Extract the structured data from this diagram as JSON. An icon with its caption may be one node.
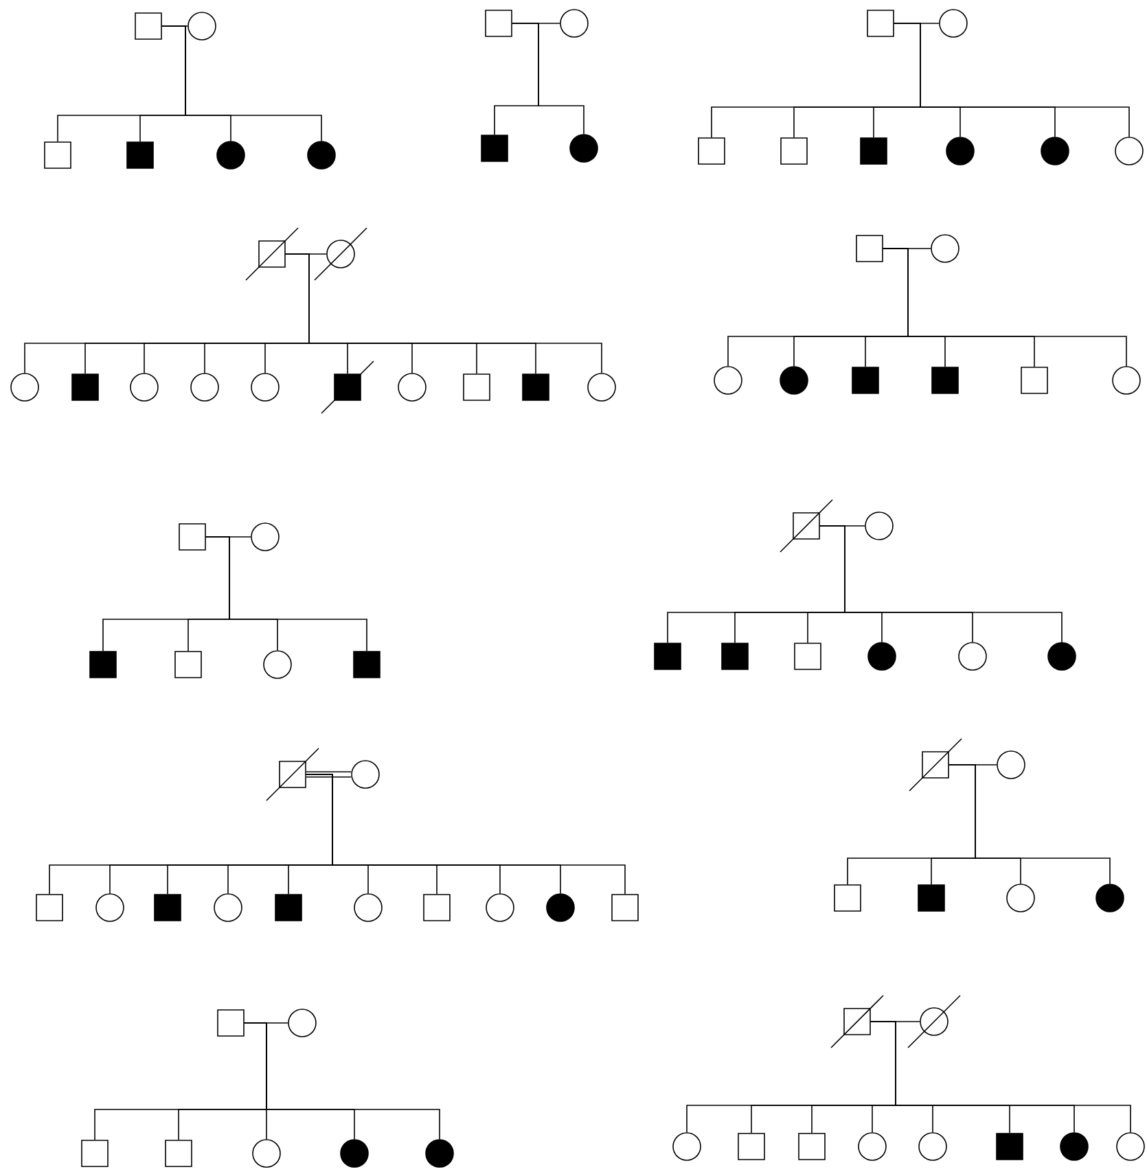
{
  "diagram": {
    "nodes": [
      {
        "text": [],
        "shape": "box"
      },
      {
        "text": [],
        "shape": "circle"
      },
      {
        "text": [],
        "shape": "box"
      },
      {
        "text": [],
        "shape": "filled-box"
      },
      {
        "text": [],
        "shape": "filled-circle"
      },
      {
        "text": [],
        "shape": "filled-circle"
      },
      {
        "text": [],
        "shape": "box"
      },
      {
        "text": [],
        "shape": "circle"
      },
      {
        "text": [],
        "shape": "filled-box"
      },
      {
        "text": [],
        "shape": "filled-circle"
      },
      {
        "text": [],
        "shape": "box"
      },
      {
        "text": [],
        "shape": "circle"
      },
      {
        "text": [],
        "shape": "box"
      },
      {
        "text": [],
        "shape": "box"
      },
      {
        "text": [],
        "shape": "filled-box"
      },
      {
        "text": [],
        "shape": "filled-circle"
      },
      {
        "text": [],
        "shape": "filled-circle"
      },
      {
        "text": [],
        "shape": "circle"
      },
      {
        "text": [],
        "shape": "crossed-box"
      },
      {
        "text": [],
        "shape": "crossed-circle"
      },
      {
        "text": [],
        "shape": "circle"
      },
      {
        "text": [],
        "shape": "filled-box"
      },
      {
        "text": [],
        "shape": "circle"
      },
      {
        "text": [],
        "shape": "circle"
      },
      {
        "text": [],
        "shape": "circle"
      },
      {
        "text": [],
        "shape": "filled-crossed-box"
      },
      {
        "text": [],
        "shape": "circle"
      },
      {
        "text": [],
        "shape": "box"
      },
      {
        "text": [],
        "shape": "filled-box"
      },
      {
        "text": [],
        "shape": "circle"
      },
      {
        "text": [],
        "shape": "box"
      },
      {
        "text": [],
        "shape": "circle"
      },
      {
        "text": [],
        "shape": "circle"
      },
      {
        "text": [],
        "shape": "filled-circle"
      },
      {
        "text": [],
        "shape": "filled-box"
      },
      {
        "text": [],
        "shape": "filled-box"
      },
      {
        "text": [],
        "shape": "box"
      },
      {
        "text": [],
        "shape": "circle"
      },
      {
        "text": [],
        "shape": "box"
      },
      {
        "text": [],
        "shape": "circle"
      },
      {
        "text": [],
        "shape": "filled-box"
      },
      {
        "text": [],
        "shape": "box"
      },
      {
        "text": [],
        "shape": "circle"
      },
      {
        "text": [],
        "shape": "filled-box"
      },
      {
        "text": [],
        "shape": "crossed-box"
      },
      {
        "text": [],
        "shape": "circle"
      },
      {
        "text": [],
        "shape": "filled-box"
      },
      {
        "text": [],
        "shape": "filled-box"
      },
      {
        "text": [],
        "shape": "box"
      },
      {
        "text": [],
        "shape": "filled-circle"
      },
      {
        "text": [],
        "shape": "circle"
      },
      {
        "text": [],
        "shape": "filled-circle"
      },
      {
        "text": [],
        "shape": "crossed-box"
      },
      {
        "text": [],
        "shape": "circle"
      },
      {
        "text": [],
        "shape": "box"
      },
      {
        "text": [],
        "shape": "circle"
      },
      {
        "text": [],
        "shape": "filled-box"
      },
      {
        "text": [],
        "shape": "circle"
      },
      {
        "text": [],
        "shape": "filled-box"
      },
      {
        "text": [],
        "shape": "circle"
      },
      {
        "text": [],
        "shape": "box"
      },
      {
        "text": [],
        "shape": "circle"
      },
      {
        "text": [],
        "shape": "filled-circle"
      },
      {
        "text": [],
        "shape": "box"
      },
      {
        "text": [],
        "shape": "crossed-box"
      },
      {
        "text": [],
        "shape": "circle"
      },
      {
        "text": [],
        "shape": "box"
      },
      {
        "text": [],
        "shape": "filled-box"
      },
      {
        "text": [],
        "shape": "circle"
      },
      {
        "text": [],
        "shape": "filled-circle"
      },
      {
        "text": [],
        "shape": "box"
      },
      {
        "text": [],
        "shape": "circle"
      },
      {
        "text": [],
        "shape": "box"
      },
      {
        "text": [],
        "shape": "box"
      },
      {
        "text": [],
        "shape": "circle"
      },
      {
        "text": [],
        "shape": "filled-circle"
      },
      {
        "text": [],
        "shape": "filled-circle"
      },
      {
        "text": [],
        "shape": "crossed-box"
      },
      {
        "text": [],
        "shape": "crossed-circle"
      },
      {
        "text": [],
        "shape": "circle"
      },
      {
        "text": [],
        "shape": "box"
      },
      {
        "text": [],
        "shape": "box"
      },
      {
        "text": [],
        "shape": "circle"
      },
      {
        "text": [],
        "shape": "circle"
      },
      {
        "text": [],
        "shape": "filled-box"
      },
      {
        "text": [],
        "shape": "filled-circle"
      },
      {
        "text": [],
        "shape": "circle"
      }
    ],
    "edges": [
      {
        "from": 0,
        "to": 1,
        "arrow": "none"
      },
      {
        "from": 0,
        "to": 2,
        "arrow": "none"
      },
      {
        "from": 0,
        "to": 3,
        "arrow": "none"
      },
      {
        "from": 0,
        "to": 4,
        "arrow": "none"
      },
      {
        "from": 0,
        "to": 5,
        "arrow": "none"
      },
      {
        "from": 6,
        "to": 7,
        "arrow": "none"
      },
      {
        "from": 6,
        "to": 8,
        "arrow": "none"
      },
      {
        "from": 6,
        "to": 9,
        "arrow": "none"
      },
      {
        "from": 10,
        "to": 11,
        "arrow": "none"
      },
      {
        "from": 10,
        "to": 12,
        "arrow": "none"
      },
      {
        "from": 10,
        "to": 13,
        "arrow": "none"
      },
      {
        "from": 10,
        "to": 14,
        "arrow": "none"
      },
      {
        "from": 10,
        "to": 15,
        "arrow": "none"
      },
      {
        "from": 10,
        "to": 16,
        "arrow": "none"
      },
      {
        "from": 10,
        "to": 17,
        "arrow": "none"
      },
      {
        "from": 18,
        "to": 19,
        "arrow": "none"
      },
      {
        "from": 18,
        "to": 20,
        "arrow": "none"
      },
      {
        "from": 18,
        "to": 21,
        "arrow": "none"
      },
      {
        "from": 18,
        "to": 22,
        "arrow": "none"
      },
      {
        "from": 18,
        "to": 23,
        "arrow": "none"
      },
      {
        "from": 18,
        "to": 24,
        "arrow": "none"
      },
      {
        "from": 18,
        "to": 25,
        "arrow": "none"
      },
      {
        "from": 18,
        "to": 26,
        "arrow": "none"
      },
      {
        "from": 18,
        "to": 27,
        "arrow": "none"
      },
      {
        "from": 18,
        "to": 28,
        "arrow": "none"
      },
      {
        "from": 18,
        "to": 29,
        "arrow": "none"
      },
      {
        "from": 30,
        "to": 31,
        "arrow": "none"
      },
      {
        "from": 30,
        "to": 32,
        "arrow": "none"
      },
      {
        "from": 30,
        "to": 33,
        "arrow": "none"
      },
      {
        "from": 30,
        "to": 34,
        "arrow": "none"
      },
      {
        "from": 30,
        "to": 35,
        "arrow": "none"
      },
      {
        "from": 30,
        "to": 36,
        "arrow": "none"
      },
      {
        "from": 30,
        "to": 37,
        "arrow": "none"
      },
      {
        "from": 38,
        "to": 39,
        "arrow": "none"
      },
      {
        "from": 38,
        "to": 40,
        "arrow": "none"
      },
      {
        "from": 38,
        "to": 41,
        "arrow": "none"
      },
      {
        "from": 38,
        "to": 42,
        "arrow": "none"
      },
      {
        "from": 38,
        "to": 43,
        "arrow": "none"
      },
      {
        "from": 44,
        "to": 45,
        "arrow": "none"
      },
      {
        "from": 44,
        "to": 46,
        "arrow": "none"
      },
      {
        "from": 44,
        "to": 47,
        "arrow": "none"
      },
      {
        "from": 44,
        "to": 48,
        "arrow": "none"
      },
      {
        "from": 44,
        "to": 49,
        "arrow": "none"
      },
      {
        "from": 44,
        "to": 50,
        "arrow": "none"
      },
      {
        "from": 44,
        "to": 51,
        "arrow": "none"
      },
      {
        "from": 52,
        "to": 53,
        "arrow": "none",
        "style": "thick"
      },
      {
        "from": 52,
        "to": 54,
        "arrow": "none"
      },
      {
        "from": 52,
        "to": 55,
        "arrow": "none"
      },
      {
        "from": 52,
        "to": 56,
        "arrow": "none"
      },
      {
        "from": 52,
        "to": 57,
        "arrow": "none"
      },
      {
        "from": 52,
        "to": 58,
        "arrow": "none"
      },
      {
        "from": 52,
        "to": 59,
        "arrow": "none"
      },
      {
        "from": 52,
        "to": 60,
        "arrow": "none"
      },
      {
        "from": 52,
        "to": 61,
        "arrow": "none"
      },
      {
        "from": 52,
        "to": 62,
        "arrow": "none"
      },
      {
        "from": 52,
        "to": 63,
        "arrow": "none"
      },
      {
        "from": 64,
        "to": 65,
        "arrow": "none"
      },
      {
        "from": 64,
        "to": 66,
        "arrow": "none"
      },
      {
        "from": 64,
        "to": 67,
        "arrow": "none"
      },
      {
        "from": 64,
        "to": 68,
        "arrow": "none"
      },
      {
        "from": 64,
        "to": 69,
        "arrow": "none"
      },
      {
        "from": 70,
        "to": 71,
        "arrow": "none"
      },
      {
        "from": 70,
        "to": 72,
        "arrow": "none"
      },
      {
        "from": 70,
        "to": 73,
        "arrow": "none"
      },
      {
        "from": 70,
        "to": 74,
        "arrow": "none"
      },
      {
        "from": 70,
        "to": 75,
        "arrow": "none"
      },
      {
        "from": 70,
        "to": 76,
        "arrow": "none"
      },
      {
        "from": 77,
        "to": 78,
        "arrow": "none"
      },
      {
        "from": 77,
        "to": 79,
        "arrow": "none"
      },
      {
        "from": 77,
        "to": 80,
        "arrow": "none"
      },
      {
        "from": 77,
        "to": 81,
        "arrow": "none"
      },
      {
        "from": 77,
        "to": 82,
        "arrow": "none"
      },
      {
        "from": 77,
        "to": 83,
        "arrow": "none"
      },
      {
        "from": 77,
        "to": 84,
        "arrow": "none"
      },
      {
        "from": 77,
        "to": 85,
        "arrow": "none"
      },
      {
        "from": 77,
        "to": 86,
        "arrow": "none"
      }
    ]
  }
}
